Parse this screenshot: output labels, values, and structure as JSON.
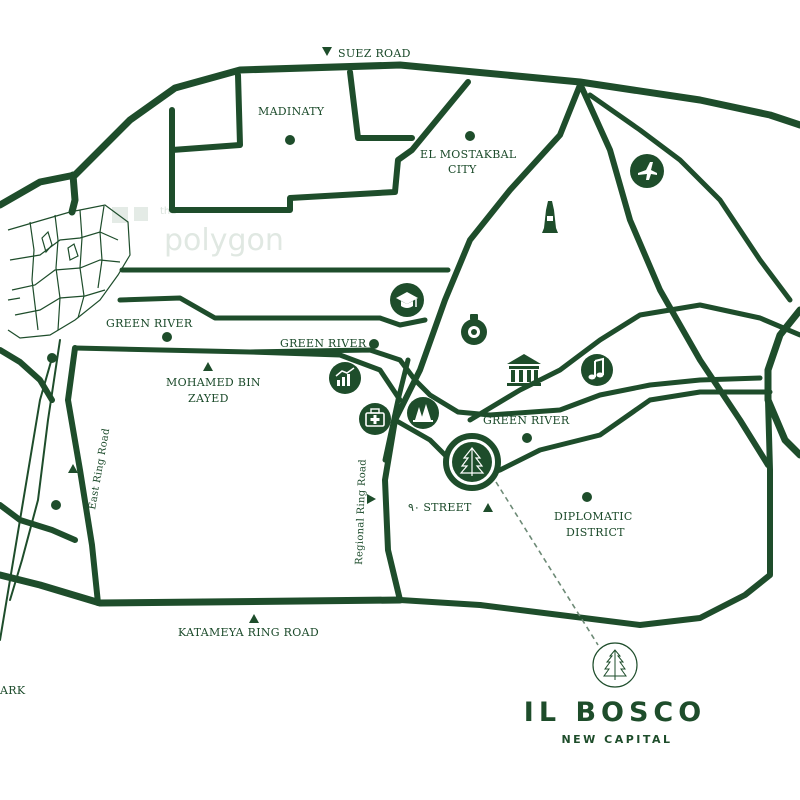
{
  "map": {
    "colors": {
      "road": "#1e4d2b",
      "background": "#ffffff",
      "watermark": "#d9e3dc"
    },
    "watermark": {
      "small": "the",
      "large": "polygon"
    },
    "labels": {
      "suez_road": "SUEZ ROAD",
      "madinaty": "MADINATY",
      "el_mostakbal_line1": "EL MOSTAKBAL",
      "el_mostakbal_line2": "CITY",
      "green_river_west": "GREEN RIVER",
      "green_river_center": "GREEN RIVER",
      "green_river_east": "GREEN RIVER",
      "mbz_line1": "MOHAMED BIN",
      "mbz_line2": "ZAYED",
      "east_ring_road": "East Ring Road",
      "regional_ring_road": "Regional Ring Road",
      "street_90": "٩٠ STREET",
      "diplomatic_line1": "DIPLOMATIC",
      "diplomatic_line2": "DISTRICT",
      "katameya_ring_road": "KATAMEYA RING ROAD",
      "park_partial": "ARK"
    },
    "icons": [
      "airplane-icon",
      "monument-icon",
      "graduation-cap-icon",
      "perfume-bottle-icon",
      "museum-icon",
      "music-note-icon",
      "business-chart-icon",
      "hospital-icon",
      "trees-icon",
      "project-tree-icon",
      "il-bosco-logo-icon"
    ]
  },
  "brand": {
    "title": "IL BOSCO",
    "subtitle": "NEW CAPITAL"
  }
}
